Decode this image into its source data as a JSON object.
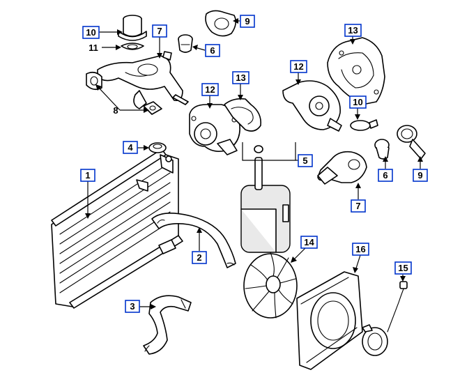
{
  "callouts": {
    "c10a": "10",
    "c11": "11",
    "c7a": "7",
    "c9a": "9",
    "c6a": "6",
    "c8": "8",
    "c12a": "12",
    "c13a": "13",
    "c13b": "13",
    "c12b": "12",
    "c10b": "10",
    "c4": "4",
    "c5": "5",
    "c1": "1",
    "c2": "2",
    "c3": "3",
    "c14": "14",
    "c16": "16",
    "c15": "15",
    "c6b": "6",
    "c9b": "9",
    "c7b": "7"
  }
}
